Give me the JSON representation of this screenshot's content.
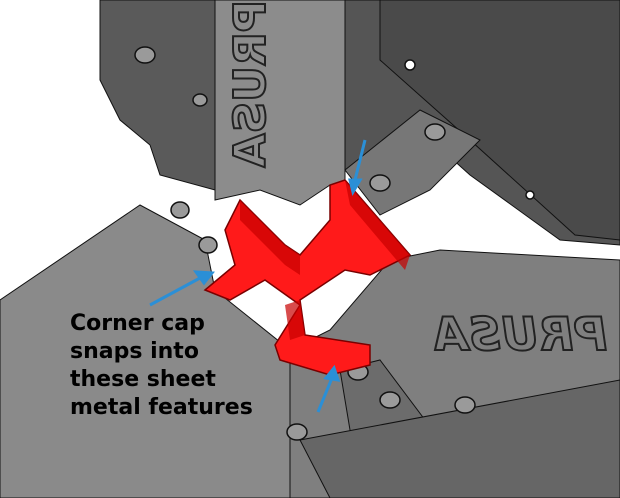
{
  "callout": {
    "lines": [
      "Corner cap",
      "snaps into",
      "these sheet",
      "metal features"
    ]
  },
  "embossed_text": {
    "upper": "PRUSA",
    "lower": "PRUSA"
  },
  "colors": {
    "corner_cap": "#ff1a1a",
    "arrows": "#2b8fd6",
    "sheet_metal_light": "#8a8a8a",
    "sheet_metal_dark": "#4a4a4a",
    "background": "#ffffff"
  },
  "icons": {
    "arrow": "arrow-icon"
  }
}
